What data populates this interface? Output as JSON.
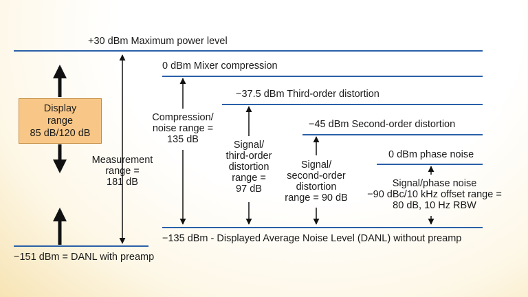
{
  "levels": {
    "max_power": "+30 dBm Maximum power level",
    "mixer_compression": "0 dBm Mixer compression",
    "third_order": "−37.5 dBm Third-order distortion",
    "second_order": "−45 dBm Second-order distortion",
    "phase_noise": "0 dBm phase noise",
    "danl_no_preamp": "−135 dBm - Displayed Average Noise Level (DANL) without preamp",
    "danl_preamp": "−151 dBm = DANL with preamp"
  },
  "ranges": {
    "display": [
      "Display",
      "range",
      "85 dB/120 dB"
    ],
    "measurement": [
      "Measurement",
      "range =",
      "181 dB"
    ],
    "compression": [
      "Compression/",
      "noise range =",
      "135 dB"
    ],
    "third_order": [
      "Signal/",
      "third-order",
      "distortion",
      "range =",
      "97 dB"
    ],
    "second_order": [
      "Signal/",
      "second-order",
      "distortion",
      "range = 90 dB"
    ],
    "phase_noise": [
      "Signal/phase noise",
      "−90 dBc/10 kHz offset range =",
      "80 dB, 10 Hz RBW"
    ]
  },
  "colors": {
    "level_line": "#2a5fa8",
    "display_box": "#f8c787",
    "arrow": "#111111"
  }
}
